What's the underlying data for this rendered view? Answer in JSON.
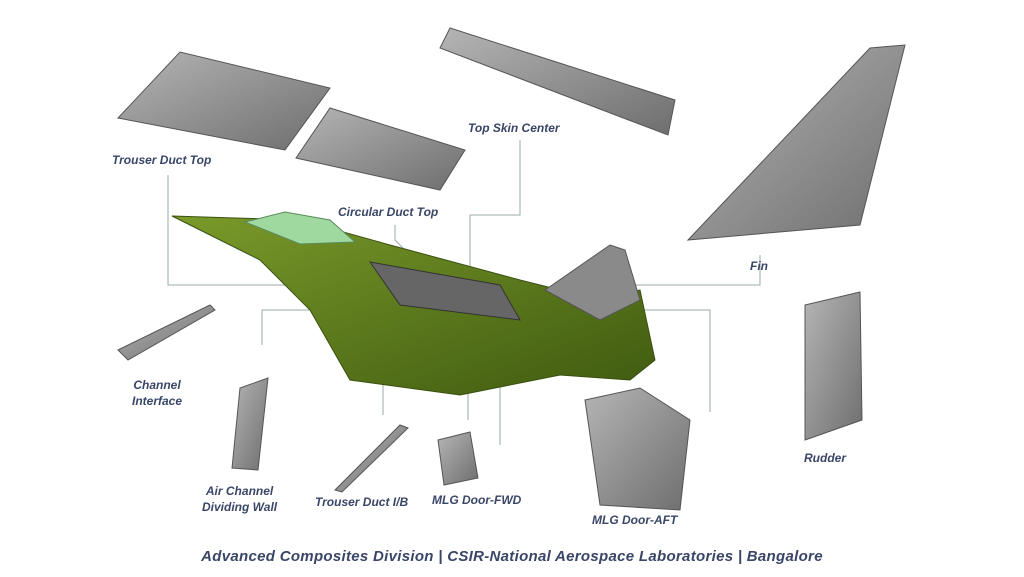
{
  "labels": {
    "trouser_duct_top": "Trouser Duct Top",
    "circular_duct_top": "Circular Duct Top",
    "top_skin_center": "Top Skin Center",
    "fin": "Fin",
    "channel_interface": "Channel\nInterface",
    "air_channel_dividing_wall": "Air Channel\nDividing Wall",
    "trouser_duct_ib": "Trouser Duct I/B",
    "mlg_door_fwd": "MLG Door-FWD",
    "mlg_door_aft": "MLG Door-AFT",
    "rudder": "Rudder"
  },
  "footer": "Advanced Composites Division | CSIR-National Aerospace Laboratories | Bangalore",
  "colors": {
    "aircraft": "#5a7a1e",
    "parts": "#8a8a8a",
    "label": "#3a4668"
  }
}
